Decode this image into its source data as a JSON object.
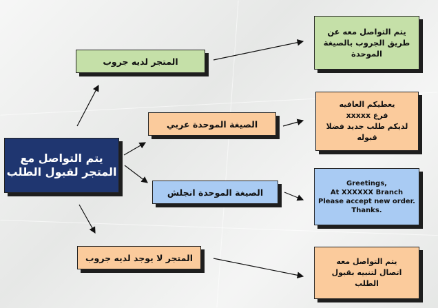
{
  "center": {
    "line1": "يتم التواصل مع",
    "line2": "المتجر لقبول الطلب"
  },
  "branches": {
    "has_gloves": "المتجر لديه جروب",
    "arabic_template": "الصيغة الموحدة عربي",
    "english_template": "الصيغة الموحدة انجلش",
    "no_gloves": "المتجر لا يوجد لديه جروب"
  },
  "results": {
    "green": {
      "lines": [
        "يتم التواصل معه عن",
        "طريق الجروب بالصيغة",
        "الموحدة"
      ]
    },
    "orange": {
      "lines": [
        "يعطيكم العافيه",
        "فرع xxxxx",
        "لديكم طلب جديد فضلا",
        "قبوله"
      ]
    },
    "blue": {
      "lines": [
        "Greetings,",
        "At XXXXXX Branch",
        "Please accept new order.",
        "Thanks."
      ]
    },
    "orange2": {
      "lines": [
        "يتم التواصل معه",
        "اتصال لتنبيه بقبول",
        "الطلب"
      ]
    }
  },
  "colors": {
    "navy": "#1f3670",
    "green": "#c5e0a8",
    "orange": "#fbcb9c",
    "blue": "#a9cbf3",
    "background": "#ecedec"
  }
}
